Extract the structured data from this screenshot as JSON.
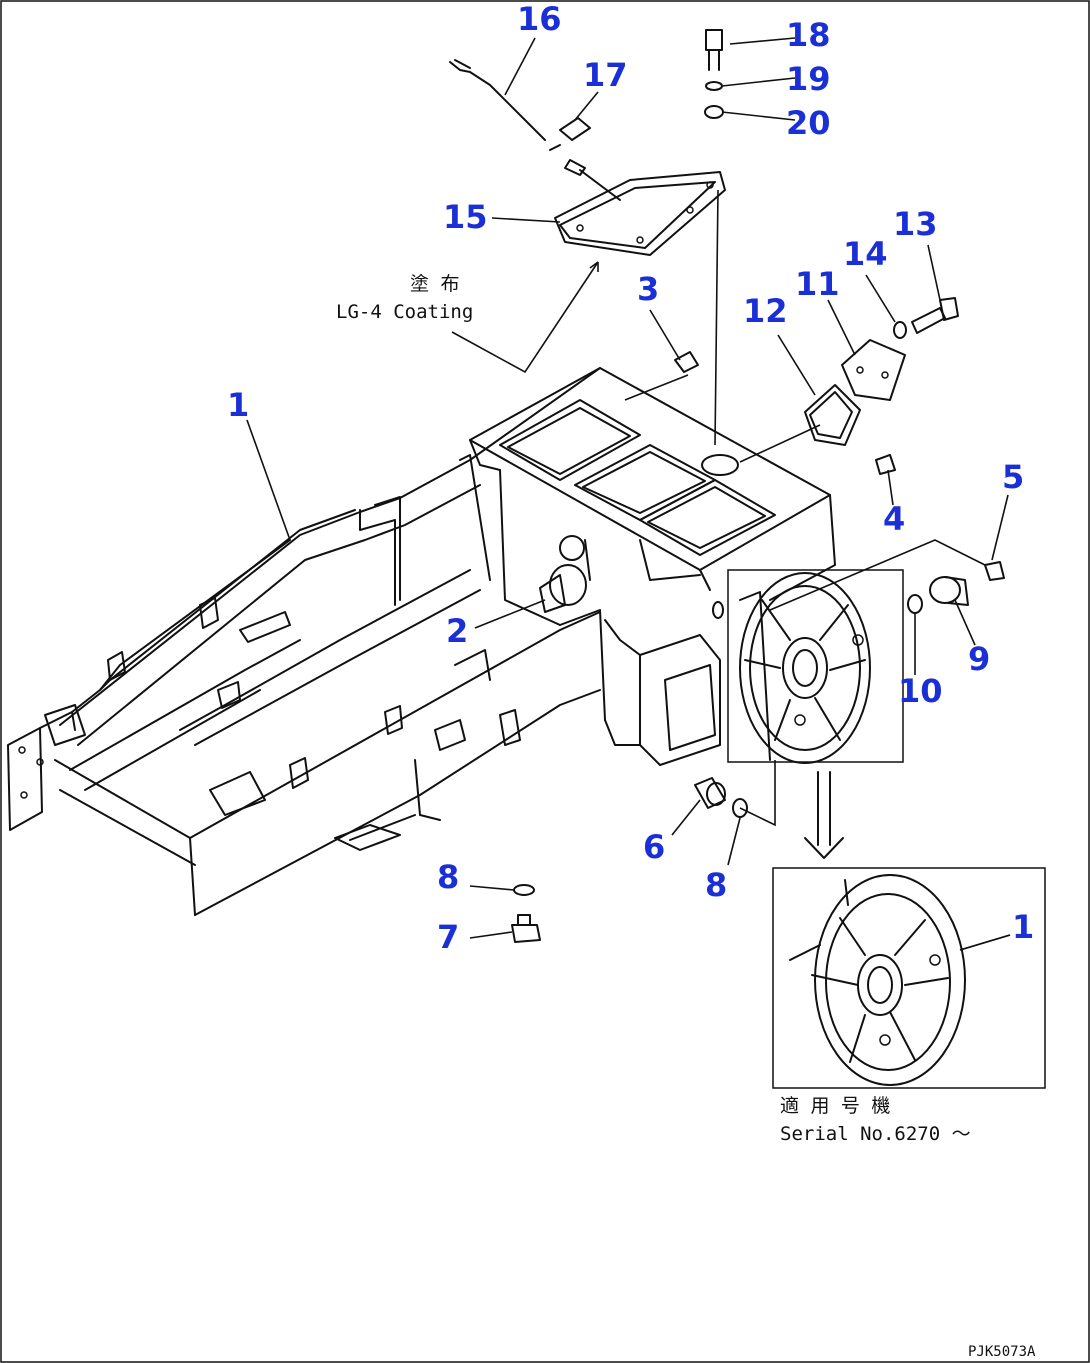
{
  "callouts": [
    {
      "id": "c16",
      "text": "16"
    },
    {
      "id": "c17",
      "text": "17"
    },
    {
      "id": "c18",
      "text": "18"
    },
    {
      "id": "c19",
      "text": "19"
    },
    {
      "id": "c20",
      "text": "20"
    },
    {
      "id": "c15",
      "text": "15"
    },
    {
      "id": "c3",
      "text": "3"
    },
    {
      "id": "c12",
      "text": "12"
    },
    {
      "id": "c11",
      "text": "11"
    },
    {
      "id": "c14",
      "text": "14"
    },
    {
      "id": "c13",
      "text": "13"
    },
    {
      "id": "c1a",
      "text": "1"
    },
    {
      "id": "c4",
      "text": "4"
    },
    {
      "id": "c5",
      "text": "5"
    },
    {
      "id": "c2",
      "text": "2"
    },
    {
      "id": "c9",
      "text": "9"
    },
    {
      "id": "c10",
      "text": "10"
    },
    {
      "id": "c6",
      "text": "6"
    },
    {
      "id": "c8a",
      "text": "8"
    },
    {
      "id": "c8b",
      "text": "8"
    },
    {
      "id": "c7",
      "text": "7"
    },
    {
      "id": "c1b",
      "text": "1"
    }
  ],
  "notes": {
    "coating_jp": "塗 布",
    "coating_en": "LG-4 Coating",
    "serial_jp": "適 用 号 機",
    "serial_en": "Serial No.6270 ～"
  },
  "drawing_code": "PJK5073A"
}
